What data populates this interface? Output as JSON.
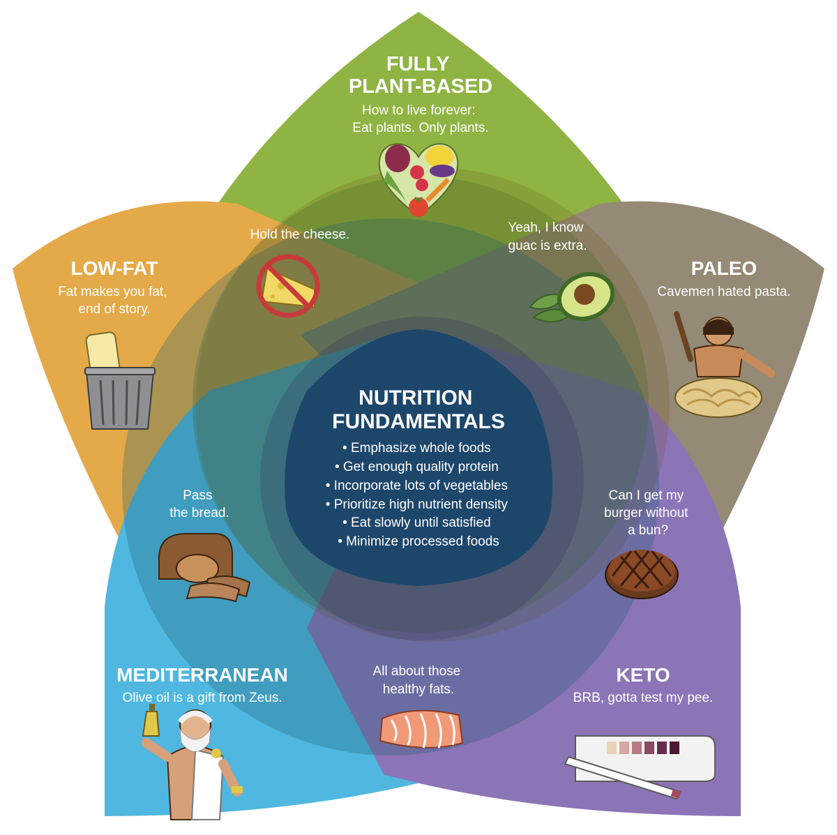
{
  "diets": {
    "plant": {
      "title_lines": [
        "FULLY",
        "PLANT-BASED"
      ],
      "tagline_lines": [
        "How to live forever:",
        "Eat plants. Only plants."
      ],
      "color": "#8fb443",
      "icon": "vegetable-heart-icon"
    },
    "lowfat": {
      "title_lines": [
        "LOW-FAT"
      ],
      "tagline_lines": [
        "Fat makes you fat,",
        "end of story."
      ],
      "color": "#e4a948",
      "icon": "butter-trash-can-icon"
    },
    "paleo": {
      "title_lines": [
        "PALEO"
      ],
      "tagline_lines": [
        "Cavemen hated pasta."
      ],
      "color": "#948a76",
      "icon": "caveman-pasta-icon"
    },
    "mediterranean": {
      "title_lines": [
        "MEDITERRANEAN"
      ],
      "tagline_lines": [
        "Olive oil is a gift from Zeus."
      ],
      "color": "#4fb7e0",
      "icon": "zeus-olive-oil-icon"
    },
    "keto": {
      "title_lines": [
        "KETO"
      ],
      "tagline_lines": [
        "BRB, gotta test my pee."
      ],
      "color": "#8b75b7",
      "icon": "ketone-test-strip-icon"
    }
  },
  "overlaps": {
    "plant_lowfat": {
      "lines": [
        "Hold the cheese."
      ],
      "icon": "no-cheese-icon"
    },
    "plant_paleo": {
      "lines": [
        "Yeah, I know",
        "guac is extra."
      ],
      "icon": "avocado-icon"
    },
    "lowfat_mediterranean": {
      "lines": [
        "Pass",
        "the bread."
      ],
      "icon": "bread-loaf-icon"
    },
    "paleo_keto": {
      "lines": [
        "Can I get my",
        "burger without",
        "a bun?"
      ],
      "icon": "burger-patty-icon"
    },
    "mediterranean_keto": {
      "lines": [
        "All about those",
        "healthy fats."
      ],
      "icon": "salmon-fillet-icon"
    }
  },
  "center": {
    "title_lines": [
      "NUTRITION",
      "FUNDAMENTALS"
    ],
    "bullets": [
      "• Emphasize whole foods",
      "• Get enough quality protein",
      "• Incorporate lots of vegetables",
      "• Prioritize high nutrient density",
      "• Eat slowly until satisfied",
      "• Minimize processed foods"
    ],
    "color": "#1d466b"
  }
}
